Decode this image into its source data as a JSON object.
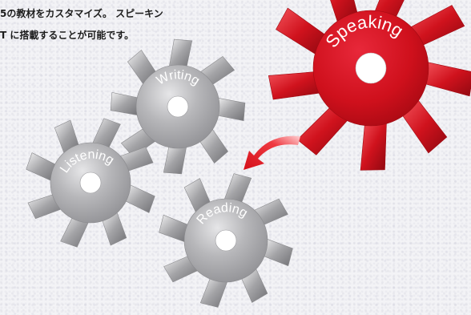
{
  "intro": {
    "line1": "5の教材をカスタマイズ。 スピーキン",
    "line2": "T に搭載することが可能です。"
  },
  "gears": {
    "speaking": "Speaking",
    "writing": "Writing",
    "listening": "Listening",
    "reading": "Reading"
  },
  "colors": {
    "gear_red": "#d3121c",
    "gear_gray": "#a9a9ab",
    "arrow_red": "#e0141c"
  },
  "icons": {
    "arrow": "curved-arrow-icon"
  }
}
